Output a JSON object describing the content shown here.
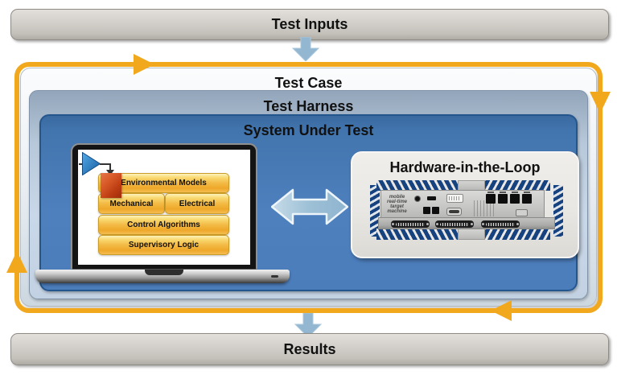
{
  "flow": {
    "test_inputs": "Test Inputs",
    "test_case": "Test Case",
    "test_harness": "Test Harness",
    "system_under_test": "System Under Test",
    "hardware_in_the_loop": "Hardware-in-the-Loop",
    "results": "Results"
  },
  "model_blocks": {
    "environmental_models": "Environmental Models",
    "mechanical": "Mechanical",
    "electrical": "Electrical",
    "control_algorithms": "Control Algorithms",
    "supervisory_logic": "Supervisory Logic"
  },
  "hil_device": {
    "label_line1": "mobile",
    "label_line2": "real-time",
    "label_line3": "target",
    "label_line4": "machine"
  },
  "colors": {
    "loop_orange": "#F2A81D",
    "flow_arrow_blue": "#93B7D0",
    "sut_blue": "#4E80BE",
    "harness_blue": "#C9D8E8",
    "test_case_gray": "#EEF2F6",
    "bar_gray": "#D2CFCA",
    "block_gold": "#F3BA45",
    "source_block_red": "#BC3C12",
    "input_port_blue": "#2F86CE",
    "device_fin_blue": "#16427F"
  }
}
